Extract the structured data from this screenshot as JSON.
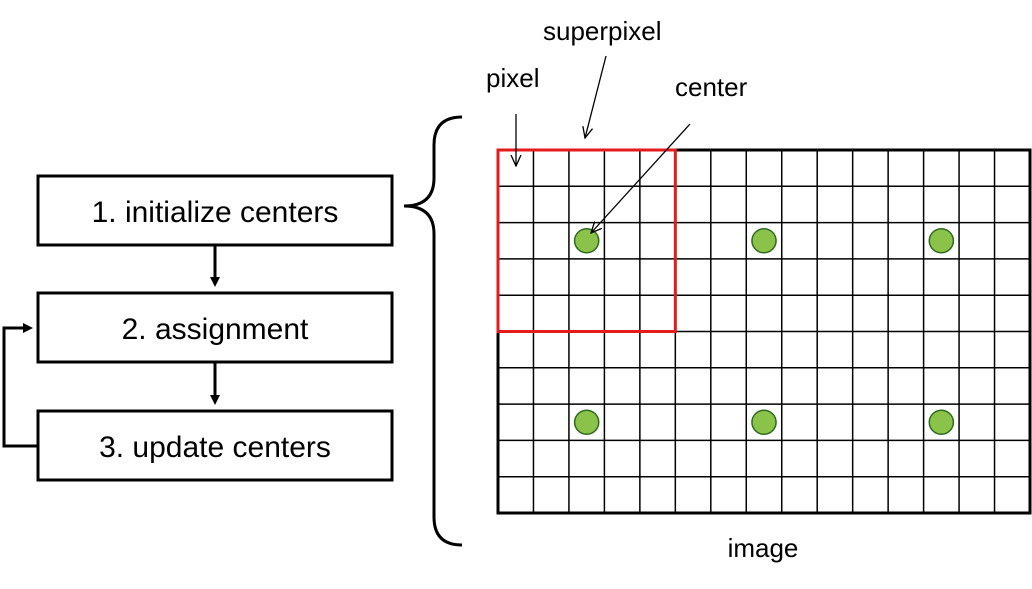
{
  "flowchart": {
    "steps": [
      {
        "label": "1. initialize centers"
      },
      {
        "label": "2. assignment"
      },
      {
        "label": "3. update centers"
      }
    ]
  },
  "image_grid": {
    "caption": "image",
    "columns": 15,
    "rows": 10,
    "superpixel_size": 5,
    "annotations": {
      "superpixel": "superpixel",
      "pixel": "pixel",
      "center": "center"
    },
    "centers": [
      {
        "col": 2,
        "row": 2
      },
      {
        "col": 7,
        "row": 2
      },
      {
        "col": 12,
        "row": 2
      },
      {
        "col": 2,
        "row": 7
      },
      {
        "col": 7,
        "row": 7
      },
      {
        "col": 12,
        "row": 7
      }
    ],
    "colors": {
      "grid": "#000000",
      "superpixel_outline": "#e31b1b",
      "center_fill": "#8bc34a",
      "center_stroke": "#2e6b1e"
    }
  }
}
